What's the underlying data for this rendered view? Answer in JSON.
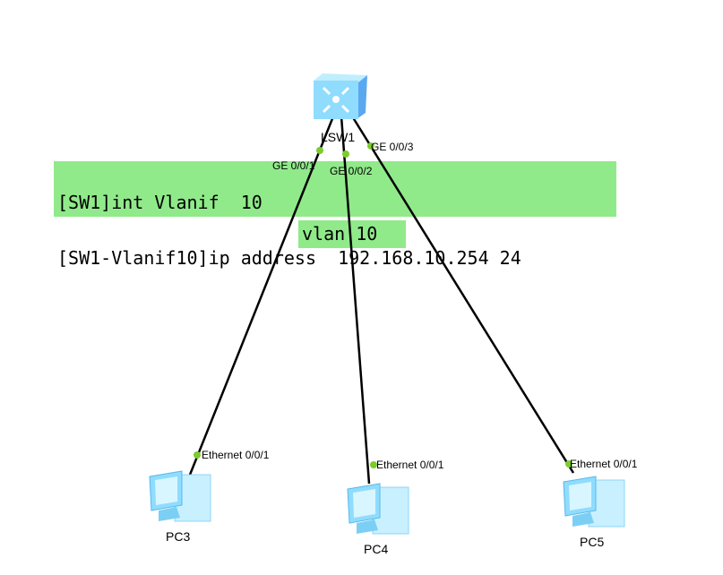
{
  "switch": {
    "name": "LSW1",
    "ports": [
      "GE 0/0/1",
      "GE 0/0/2",
      "GE 0/0/3"
    ]
  },
  "pcs": [
    {
      "name": "PC3",
      "port": "Ethernet 0/0/1"
    },
    {
      "name": "PC4",
      "port": "Ethernet 0/0/1"
    },
    {
      "name": "PC5",
      "port": "Ethernet 0/0/1"
    }
  ],
  "notes": {
    "line1": "[SW1]int Vlanif  10",
    "line2": "[SW1-Vlanif10]ip address  192.168.10.254 24",
    "vlan": "vlan 10"
  },
  "colors": {
    "note_bg": "#90ea8a",
    "port_dot": "#7ccc2c",
    "device": "#8fdcff"
  }
}
